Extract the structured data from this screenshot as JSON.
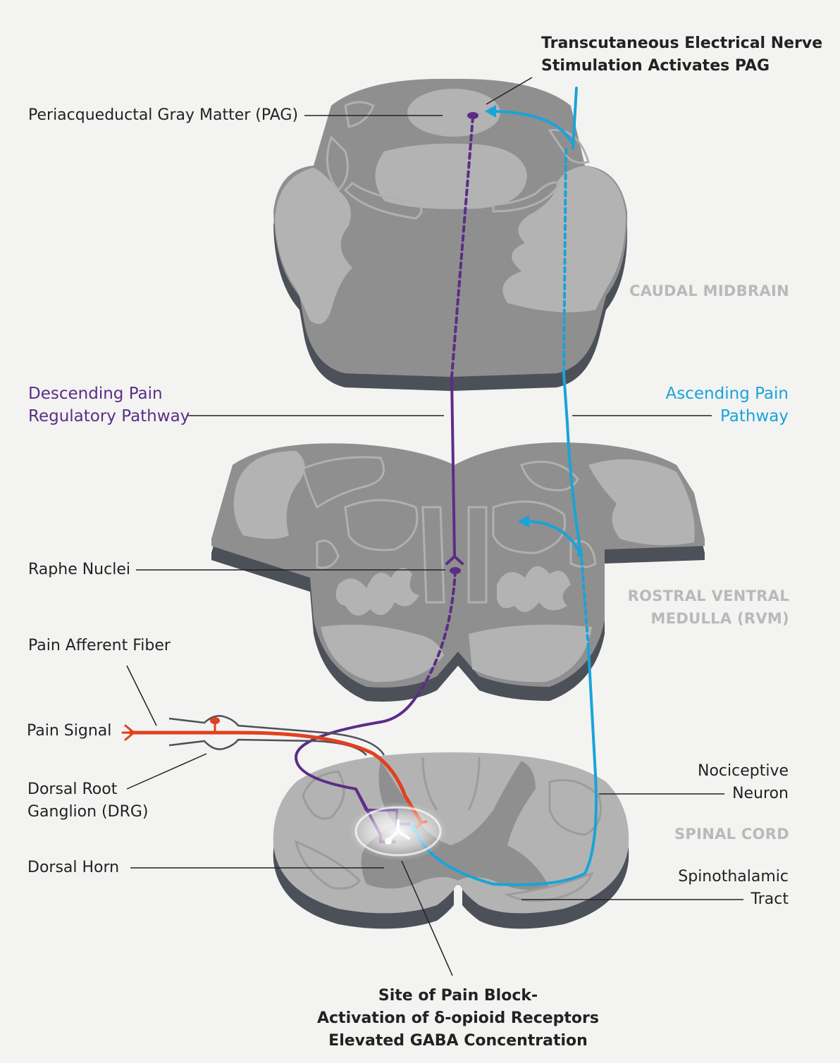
{
  "colors": {
    "tissue_dark": "#8f8f8f",
    "tissue_light": "#b3b3b3",
    "tissue_shadow": "#4c5159",
    "descending": "#5c2d86",
    "ascending": "#1aa3d9",
    "pain_signal": "#e2401f",
    "region_label": "#b9b9b9"
  },
  "labels": {
    "tens_line1": "Transcutaneous Electrical Nerve",
    "tens_line2": "Stimulation Activates PAG",
    "pag": "Periacqueductal Gray Matter (PAG)",
    "caudal_midbrain": "CAUDAL MIDBRAIN",
    "descending_line1": "Descending Pain",
    "descending_line2": "Regulatory Pathway",
    "ascending_line1": "Ascending Pain",
    "ascending_line2": "Pathway",
    "raphe": "Raphe Nuclei",
    "rvm_line1": "ROSTRAL VENTRAL",
    "rvm_line2": "MEDULLA (RVM)",
    "pain_afferent": "Pain Afferent Fiber",
    "pain_signal": "Pain Signal",
    "drg_line1": "Dorsal Root",
    "drg_line2": "Ganglion (DRG)",
    "dorsal_horn": "Dorsal Horn",
    "nociceptive_line1": "Nociceptive",
    "nociceptive_line2": "Neuron",
    "spinal_cord": "SPINAL CORD",
    "spinothalamic_line1": "Spinothalamic",
    "spinothalamic_line2": "Tract",
    "site_line1": "Site of Pain Block-",
    "site_line2": "Activation of δ-opioid Receptors",
    "site_line3": "Elevated GABA Concentration"
  }
}
